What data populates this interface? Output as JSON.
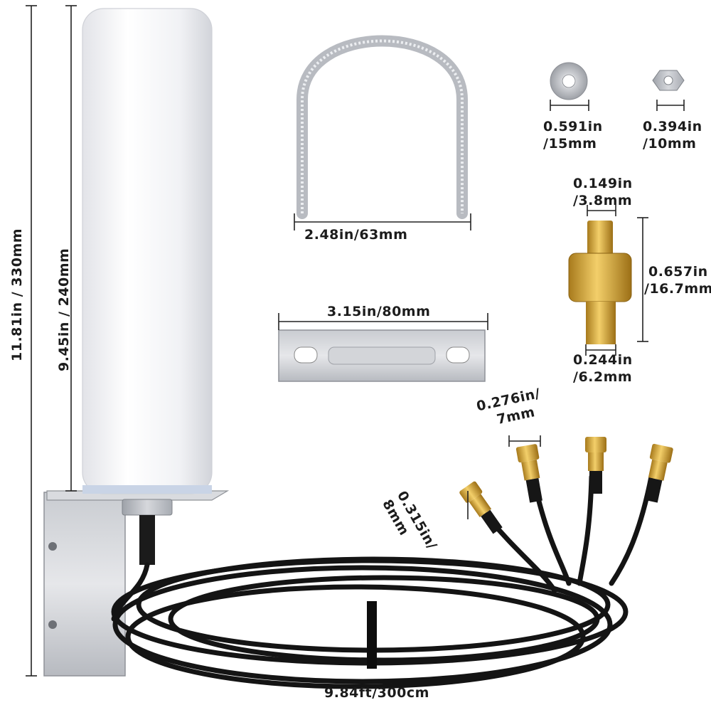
{
  "dimensions": {
    "antenna_total_height": "11.81in / 330mm",
    "antenna_radome_height": "9.45in  /  240mm",
    "u_bolt_width": "2.48in/63mm",
    "bracket_plate_width": "3.15in/80mm",
    "washer": {
      "line1": "0.591in",
      "line2": "/15mm"
    },
    "nut": {
      "line1": "0.394in",
      "line2": "/10mm"
    },
    "adapter_pin": {
      "line1": "0.149in",
      "line2": "/3.8mm"
    },
    "adapter_length": {
      "line1": "0.657in",
      "line2": "/16.7mm"
    },
    "adapter_thread": {
      "line1": "0.244in",
      "line2": "/6.2mm"
    },
    "connector_width": {
      "line1": "0.276in/",
      "line2": "7mm"
    },
    "connector_length": {
      "line1": "0.315in/",
      "line2": "8mm"
    },
    "cable_length": "9.84ft/300cm"
  },
  "colors": {
    "radome_white": "#f4f4f6",
    "steel": "#b9bcc2",
    "cable_black": "#141414",
    "gold": "#d8a83a",
    "dimension_line": "#222222"
  }
}
